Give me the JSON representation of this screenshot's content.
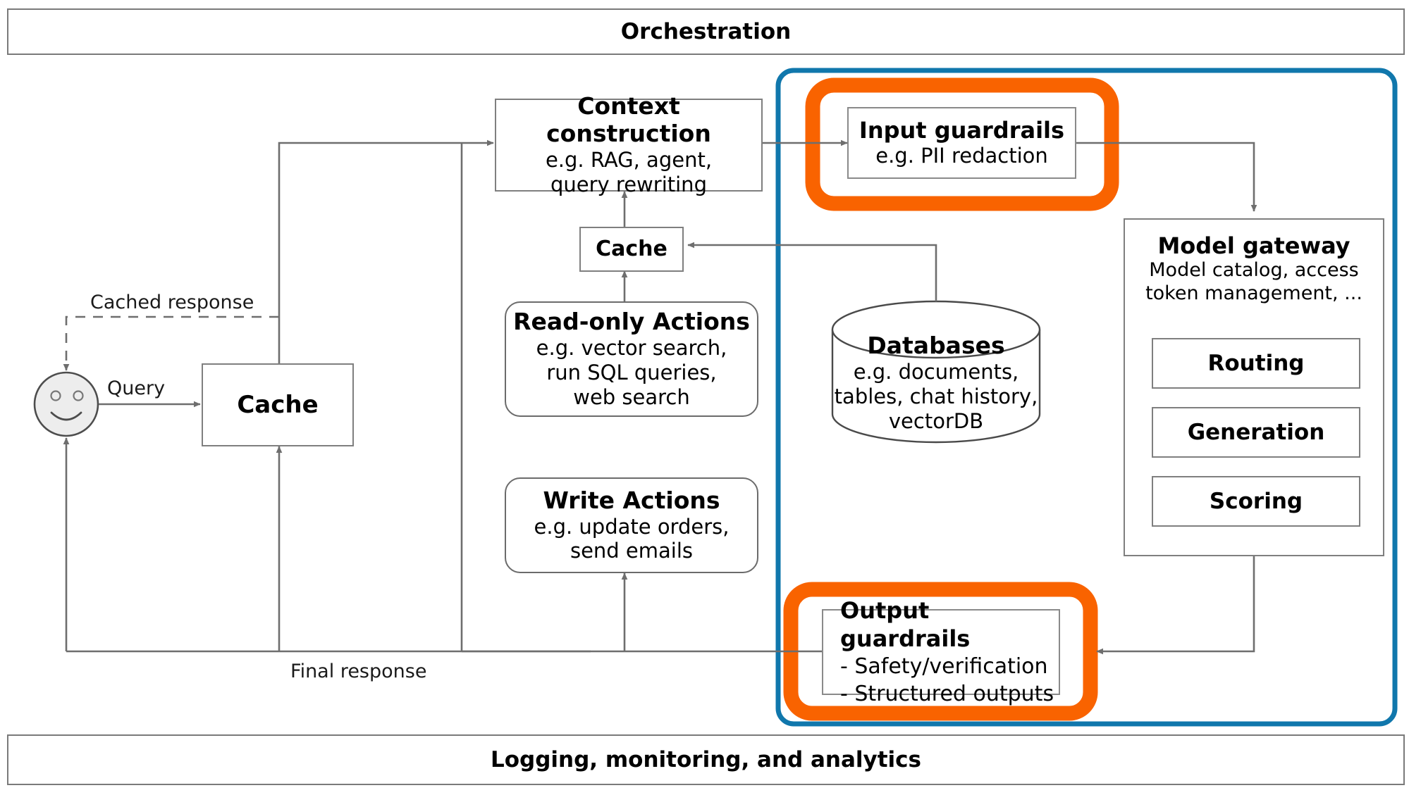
{
  "bands": {
    "top": "Orchestration",
    "bottom": "Logging, monitoring, and analytics"
  },
  "colors": {
    "orange_highlight": "#f96300",
    "blue_boundary": "#1077ac",
    "line_gray": "#6e6e6e",
    "box_border": "#7f7f7f",
    "face_fill": "#ededed"
  },
  "nodes": {
    "user": {
      "name": "user-avatar"
    },
    "cache_left": {
      "title": "Cache"
    },
    "cache_mid": {
      "title": "Cache"
    },
    "context_construction": {
      "title": "Context construction",
      "sub1": "e.g. RAG, agent,",
      "sub2": "query rewriting"
    },
    "read_only_actions": {
      "title": "Read-only Actions",
      "sub1": "e.g. vector search,",
      "sub2": "run SQL queries,",
      "sub3": "web search"
    },
    "write_actions": {
      "title": "Write Actions",
      "sub1": "e.g. update orders,",
      "sub2": "send emails"
    },
    "databases": {
      "title": "Databases",
      "sub1": "e.g. documents,",
      "sub2": "tables, chat history,",
      "sub3": "vectorDB"
    },
    "input_guardrails": {
      "title": "Input guardrails",
      "sub1": "e.g. PII redaction"
    },
    "output_guardrails": {
      "title": "Output guardrails",
      "line1": "- Safety/verification",
      "line2": "- Structured outputs"
    },
    "model_gateway": {
      "title": "Model gateway",
      "sub1": "Model catalog, access",
      "sub2": "token management, ...",
      "items": [
        {
          "label": "Routing"
        },
        {
          "label": "Generation"
        },
        {
          "label": "Scoring"
        }
      ]
    }
  },
  "edge_labels": {
    "cached_response": "Cached response",
    "query": "Query",
    "final_response": "Final response"
  }
}
